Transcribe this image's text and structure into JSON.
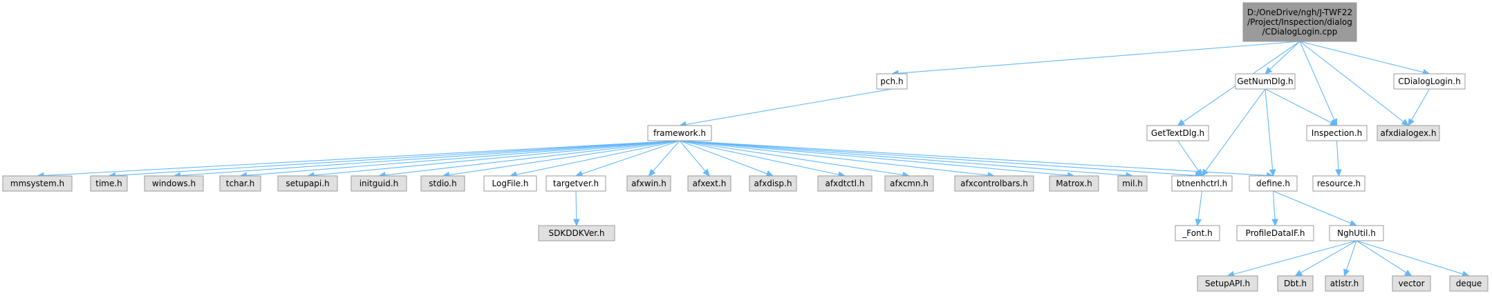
{
  "graph": {
    "colors": {
      "root": "#9b9b9b",
      "documented": "#ffffff",
      "undocumented": "#e0e0e0",
      "edge": "#63b8ff",
      "border": "#9a9a9a"
    },
    "nodes": [
      {
        "id": "root",
        "lines": [
          "D:/OneDrive/ngh/J-TWF22",
          "/Project/Inspection/dialog",
          "/CDialogLogin.cpp"
        ],
        "style": "root"
      },
      {
        "id": "pch",
        "lines": [
          "pch.h"
        ],
        "style": "documented"
      },
      {
        "id": "gettextdlg",
        "lines": [
          "GetTextDlg.h"
        ],
        "style": "documented"
      },
      {
        "id": "getnumdlg",
        "lines": [
          "GetNumDlg.h"
        ],
        "style": "documented"
      },
      {
        "id": "inspection",
        "lines": [
          "Inspection.h"
        ],
        "style": "documented"
      },
      {
        "id": "cdialoglogin",
        "lines": [
          "CDialogLogin.h"
        ],
        "style": "documented"
      },
      {
        "id": "afxdialogex",
        "lines": [
          "afxdialogex.h"
        ],
        "style": "undocumented"
      },
      {
        "id": "framework",
        "lines": [
          "framework.h"
        ],
        "style": "documented"
      },
      {
        "id": "mmsystem",
        "lines": [
          "mmsystem.h"
        ],
        "style": "undocumented"
      },
      {
        "id": "time",
        "lines": [
          "time.h"
        ],
        "style": "undocumented"
      },
      {
        "id": "windows",
        "lines": [
          "windows.h"
        ],
        "style": "undocumented"
      },
      {
        "id": "tchar",
        "lines": [
          "tchar.h"
        ],
        "style": "undocumented"
      },
      {
        "id": "setupapi_l",
        "lines": [
          "setupapi.h"
        ],
        "style": "undocumented"
      },
      {
        "id": "initguid",
        "lines": [
          "initguid.h"
        ],
        "style": "undocumented"
      },
      {
        "id": "stdio",
        "lines": [
          "stdio.h"
        ],
        "style": "undocumented"
      },
      {
        "id": "logfile",
        "lines": [
          "LogFile.h"
        ],
        "style": "documented"
      },
      {
        "id": "targetver",
        "lines": [
          "targetver.h"
        ],
        "style": "documented"
      },
      {
        "id": "afxwin",
        "lines": [
          "afxwin.h"
        ],
        "style": "undocumented"
      },
      {
        "id": "afxext",
        "lines": [
          "afxext.h"
        ],
        "style": "undocumented"
      },
      {
        "id": "afxdisp",
        "lines": [
          "afxdisp.h"
        ],
        "style": "undocumented"
      },
      {
        "id": "afxdtctl",
        "lines": [
          "afxdtctl.h"
        ],
        "style": "undocumented"
      },
      {
        "id": "afxcmn",
        "lines": [
          "afxcmn.h"
        ],
        "style": "undocumented"
      },
      {
        "id": "afxcontrolbars",
        "lines": [
          "afxcontrolbars.h"
        ],
        "style": "undocumented"
      },
      {
        "id": "matrox",
        "lines": [
          "Matrox.h"
        ],
        "style": "undocumented"
      },
      {
        "id": "mil",
        "lines": [
          "mil.h"
        ],
        "style": "undocumented"
      },
      {
        "id": "btnenhctrl",
        "lines": [
          "btnenhctrl.h"
        ],
        "style": "documented"
      },
      {
        "id": "define",
        "lines": [
          "define.h"
        ],
        "style": "documented"
      },
      {
        "id": "resource",
        "lines": [
          "resource.h"
        ],
        "style": "documented"
      },
      {
        "id": "sdkddkver",
        "lines": [
          "SDKDDKVer.h"
        ],
        "style": "undocumented"
      },
      {
        "id": "font",
        "lines": [
          "_Font.h"
        ],
        "style": "documented"
      },
      {
        "id": "profiledataif",
        "lines": [
          "ProfileDataIF.h"
        ],
        "style": "documented"
      },
      {
        "id": "nghutil",
        "lines": [
          "NghUtil.h"
        ],
        "style": "documented"
      },
      {
        "id": "setupapi_u",
        "lines": [
          "SetupAPI.h"
        ],
        "style": "undocumented"
      },
      {
        "id": "dbt",
        "lines": [
          "Dbt.h"
        ],
        "style": "undocumented"
      },
      {
        "id": "atlstr",
        "lines": [
          "atlstr.h"
        ],
        "style": "undocumented"
      },
      {
        "id": "vector",
        "lines": [
          "vector"
        ],
        "style": "undocumented"
      },
      {
        "id": "deque",
        "lines": [
          "deque"
        ],
        "style": "undocumented"
      }
    ],
    "edges": [
      [
        "root",
        "pch"
      ],
      [
        "root",
        "gettextdlg"
      ],
      [
        "root",
        "getnumdlg"
      ],
      [
        "root",
        "inspection"
      ],
      [
        "root",
        "cdialoglogin"
      ],
      [
        "root",
        "afxdialogex"
      ],
      [
        "pch",
        "framework"
      ],
      [
        "framework",
        "mmsystem"
      ],
      [
        "framework",
        "time"
      ],
      [
        "framework",
        "windows"
      ],
      [
        "framework",
        "tchar"
      ],
      [
        "framework",
        "setupapi_l"
      ],
      [
        "framework",
        "initguid"
      ],
      [
        "framework",
        "stdio"
      ],
      [
        "framework",
        "logfile"
      ],
      [
        "framework",
        "targetver"
      ],
      [
        "framework",
        "afxwin"
      ],
      [
        "framework",
        "afxext"
      ],
      [
        "framework",
        "afxdisp"
      ],
      [
        "framework",
        "afxdtctl"
      ],
      [
        "framework",
        "afxcmn"
      ],
      [
        "framework",
        "afxcontrolbars"
      ],
      [
        "framework",
        "matrox"
      ],
      [
        "framework",
        "mil"
      ],
      [
        "framework",
        "btnenhctrl"
      ],
      [
        "framework",
        "define"
      ],
      [
        "gettextdlg",
        "btnenhctrl"
      ],
      [
        "getnumdlg",
        "btnenhctrl"
      ],
      [
        "getnumdlg",
        "define"
      ],
      [
        "getnumdlg",
        "inspection"
      ],
      [
        "inspection",
        "resource"
      ],
      [
        "cdialoglogin",
        "afxdialogex"
      ],
      [
        "targetver",
        "sdkddkver"
      ],
      [
        "btnenhctrl",
        "font"
      ],
      [
        "define",
        "profiledataif"
      ],
      [
        "define",
        "nghutil"
      ],
      [
        "nghutil",
        "setupapi_u"
      ],
      [
        "nghutil",
        "dbt"
      ],
      [
        "nghutil",
        "atlstr"
      ],
      [
        "nghutil",
        "vector"
      ],
      [
        "nghutil",
        "deque"
      ]
    ]
  }
}
